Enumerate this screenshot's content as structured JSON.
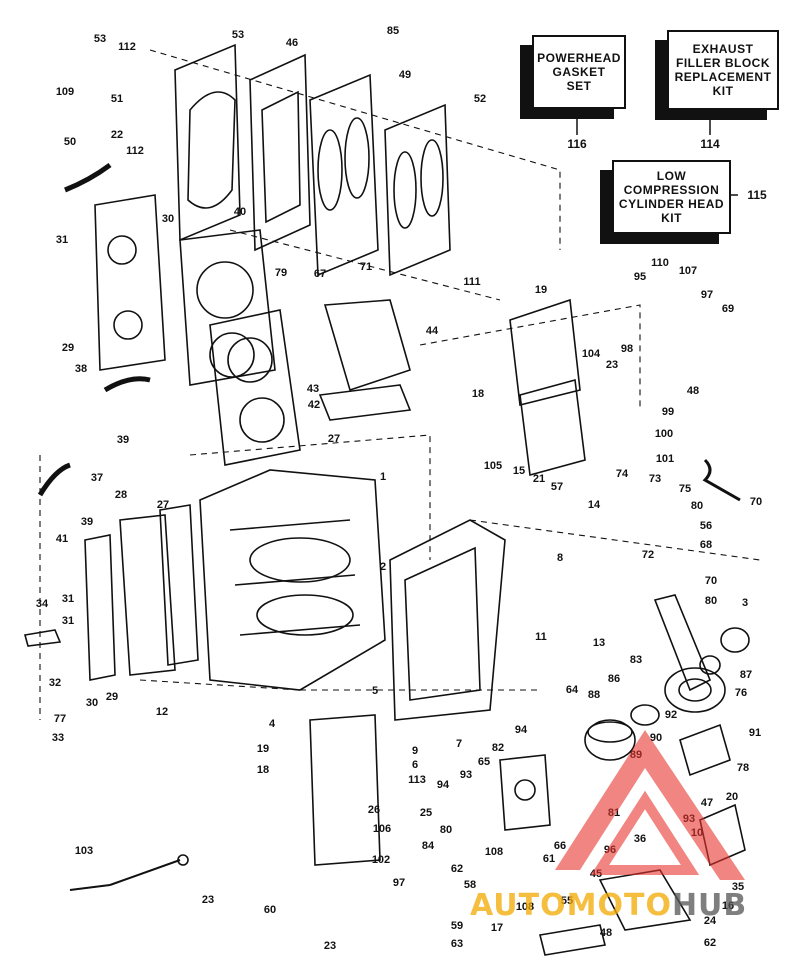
{
  "kits": {
    "powerhead": {
      "lines": "POWERHEAD\nGASKET\nSET",
      "ref": "116"
    },
    "exhaust": {
      "lines": "EXHAUST\nFILLER BLOCK\nREPLACEMENT\nKIT",
      "ref": "114"
    },
    "lowcomp": {
      "lines": "LOW\nCOMPRESSION\nCYLINDER HEAD\nKIT",
      "ref": "115"
    }
  },
  "labels": [
    "53",
    "112",
    "53",
    "109",
    "85",
    "46",
    "49",
    "51",
    "52",
    "50",
    "22",
    "112",
    "31",
    "30",
    "40",
    "79",
    "29",
    "67",
    "71",
    "111",
    "19",
    "95",
    "110",
    "107",
    "97",
    "69",
    "38",
    "43",
    "42",
    "44",
    "104",
    "23",
    "98",
    "48",
    "18",
    "39",
    "27",
    "99",
    "100",
    "37",
    "105",
    "15",
    "21",
    "57",
    "101",
    "28",
    "27",
    "74",
    "73",
    "75",
    "80",
    "70",
    "1",
    "14",
    "39",
    "41",
    "56",
    "68",
    "34",
    "31",
    "8",
    "72",
    "2",
    "70",
    "80",
    "3",
    "31",
    "11",
    "13",
    "83",
    "87",
    "32",
    "30",
    "29",
    "12",
    "5",
    "64",
    "88",
    "86",
    "76",
    "4",
    "92",
    "91",
    "77",
    "94",
    "33",
    "9",
    "7",
    "82",
    "89",
    "90",
    "19",
    "6",
    "78",
    "18",
    "113",
    "65",
    "93",
    "26",
    "94",
    "25",
    "80",
    "81",
    "93",
    "47",
    "20",
    "106",
    "10",
    "84",
    "108",
    "66",
    "36",
    "103",
    "62",
    "61",
    "96",
    "102",
    "58",
    "45",
    "35",
    "23",
    "97",
    "60",
    "55",
    "16",
    "24",
    "59",
    "48",
    "23",
    "63",
    "108",
    "17",
    "62"
  ],
  "watermark": {
    "part1": "AUTO",
    "part2": "MOTO",
    "part3": "HUB",
    "color": "#e8332f",
    "accent": "#f2a900"
  }
}
